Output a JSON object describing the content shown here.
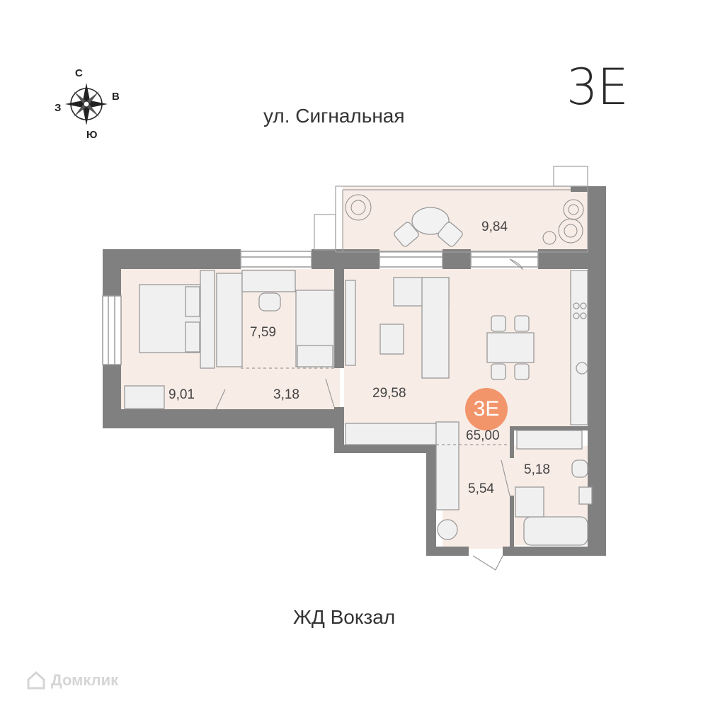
{
  "plan": {
    "title": "3E",
    "badge": "3E",
    "total_area": "65,00"
  },
  "streets": {
    "top": "ул. Сигнальная",
    "bottom": "ЖД Вокзал"
  },
  "compass": {
    "north": "С",
    "east": "В",
    "south": "Ю",
    "west": "З"
  },
  "rooms": {
    "balcony": "9,84",
    "bedroom": "9,01",
    "kids_room": "7,59",
    "hallway_small": "3,18",
    "living_kitchen": "29,58",
    "hall": "5,54",
    "bathroom": "5,18"
  },
  "watermark": "Домклик",
  "colors": {
    "floor": "#f8ece6",
    "wall": "#808080",
    "accent": "#f2956b"
  }
}
